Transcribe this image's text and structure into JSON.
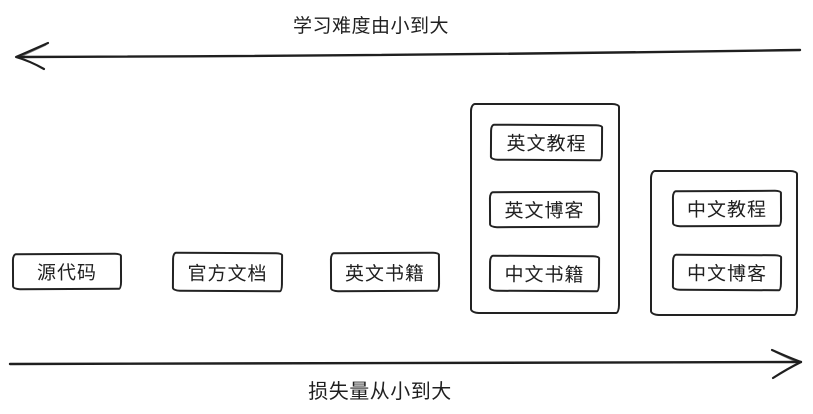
{
  "diagram": {
    "background_color": "#ffffff",
    "ink_color": "#1f1f1f",
    "top_axis": {
      "label": "学习难度由小到大",
      "arrow_direction": "left"
    },
    "bottom_axis": {
      "label": "损失量从小到大",
      "arrow_direction": "right"
    },
    "standalone_items": [
      {
        "label": "源代码"
      },
      {
        "label": "官方文档"
      },
      {
        "label": "英文书籍"
      }
    ],
    "groups": [
      {
        "items": [
          {
            "label": "英文教程"
          },
          {
            "label": "英文博客"
          },
          {
            "label": "中文书籍"
          }
        ]
      },
      {
        "items": [
          {
            "label": "中文教程"
          },
          {
            "label": "中文博客"
          }
        ]
      }
    ]
  }
}
